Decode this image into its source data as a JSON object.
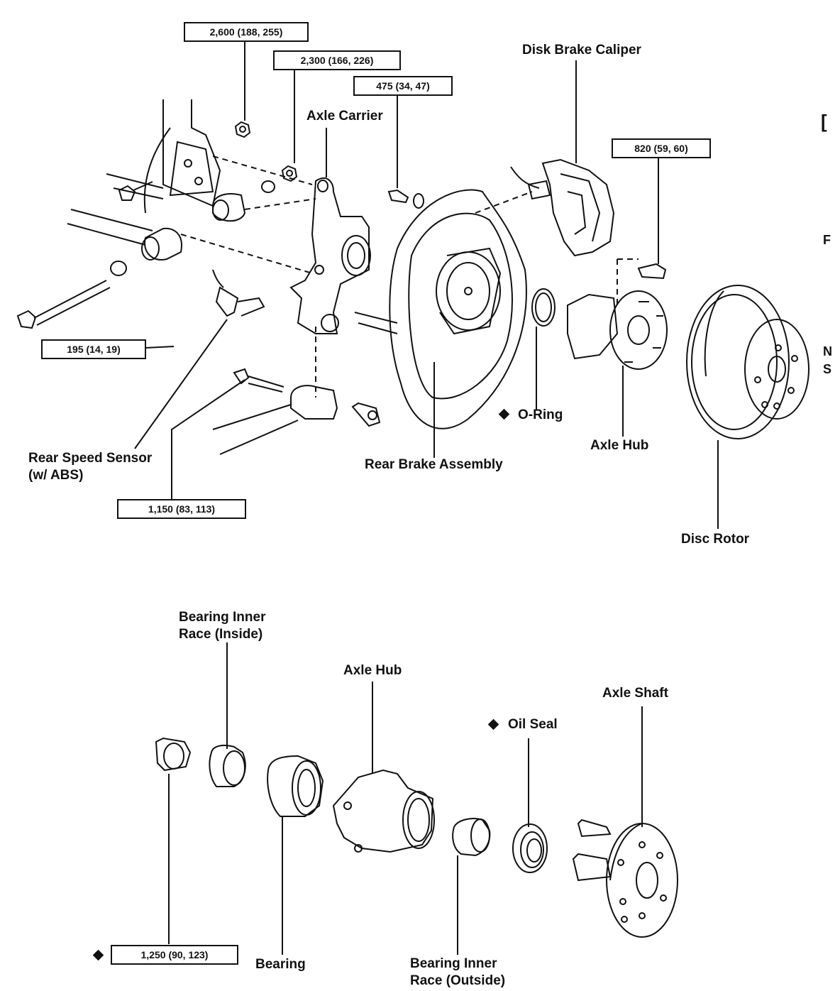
{
  "upper": {
    "torques": {
      "t2600": "2,600 (188, 255)",
      "t2300": "2,300 (166, 226)",
      "t475": "475 (34, 47)",
      "t820": "820 (59, 60)",
      "t195": "195 (14, 19)",
      "t1150": "1,150 (83, 113)"
    },
    "labels": {
      "disk_brake_caliper": "Disk Brake Caliper",
      "axle_carrier": "Axle Carrier",
      "rear_speed_sensor": "Rear Speed Sensor\n(w/ ABS)",
      "rear_brake_assembly": "Rear Brake Assembly",
      "o_ring": "O-Ring",
      "axle_hub": "Axle Hub",
      "disc_rotor": "Disc Rotor"
    }
  },
  "lower": {
    "torques": {
      "t1250": "1,250 (90, 123)"
    },
    "labels": {
      "bearing_inner_race_inside": "Bearing Inner\nRace (Inside)",
      "axle_hub": "Axle Hub",
      "oil_seal": "Oil Seal",
      "axle_shaft": "Axle Shaft",
      "bearing": "Bearing",
      "bearing_inner_race_outside": "Bearing Inner\nRace (Outside)"
    }
  },
  "edge_glyphs": {
    "right_top": "[",
    "right_mid1": "F",
    "right_mid2": "N",
    "right_mid3": "S"
  },
  "icons": [
    "diamond-icon"
  ]
}
